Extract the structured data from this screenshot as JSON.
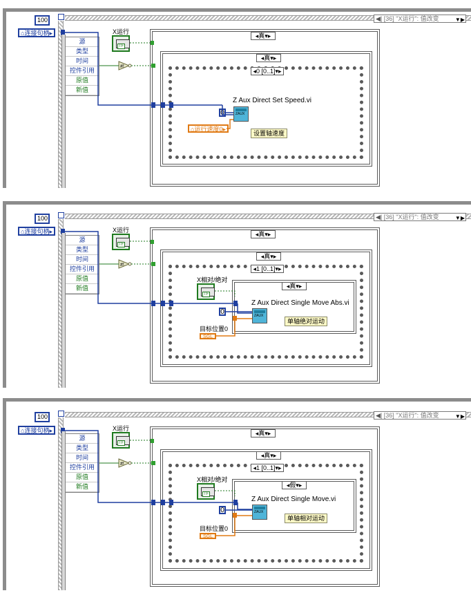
{
  "panels": [
    {
      "timeout_value": "100",
      "event_selector": "[36] \"X运行\": 值改变",
      "handle_label": "连接句柄",
      "event_data": [
        "源",
        "类型",
        "时间",
        "控件引用",
        "原值",
        "新值"
      ],
      "button_label": "X运行",
      "outer_case": "真",
      "inner_case": "真",
      "sequence_label": "0 [0..1]",
      "vi_title": "Z Aux Direct Set Speed.vi",
      "const0": "0",
      "control_label": "运行速度0",
      "comment": "设置轴速度"
    },
    {
      "timeout_value": "100",
      "event_selector": "[36] \"X运行\": 值改变",
      "handle_label": "连接句柄",
      "event_data": [
        "源",
        "类型",
        "时间",
        "控件引用",
        "原值",
        "新值"
      ],
      "button_label": "X运行",
      "outer_case": "真",
      "inner_case": "真",
      "sequence_label": "1 [0..1]",
      "toggle_label": "X相对/绝对",
      "nested_case": "真",
      "vi_title": "Z Aux Direct Single Move Abs.vi",
      "const0": "0",
      "target_label": "目标位置0",
      "sgl": "SGL",
      "comment": "单轴绝对运动"
    },
    {
      "timeout_value": "100",
      "event_selector": "[36] \"X运行\": 值改变",
      "handle_label": "连接句柄",
      "event_data": [
        "源",
        "类型",
        "时间",
        "控件引用",
        "原值",
        "新值"
      ],
      "button_label": "X运行",
      "outer_case": "真",
      "inner_case": "真",
      "sequence_label": "1 [0..1]",
      "toggle_label": "X相对/绝对",
      "nested_case": "假",
      "vi_title": "Z Aux Direct Single Move.vi",
      "const0": "0",
      "target_label": "目标位置0",
      "sgl": "SGL",
      "comment": "单轴相对运动"
    }
  ],
  "colors": {
    "reference_wire": "#1f3f9f",
    "boolean_wire": "#2f9f2f",
    "numeric_wire": "#e07a14",
    "vi_icon": "#4fb4d8",
    "comment_bg": "#fffbc8"
  },
  "icons": [
    "house-icon",
    "not-gate-icon",
    "vi-icon",
    "boolean-button-icon"
  ]
}
